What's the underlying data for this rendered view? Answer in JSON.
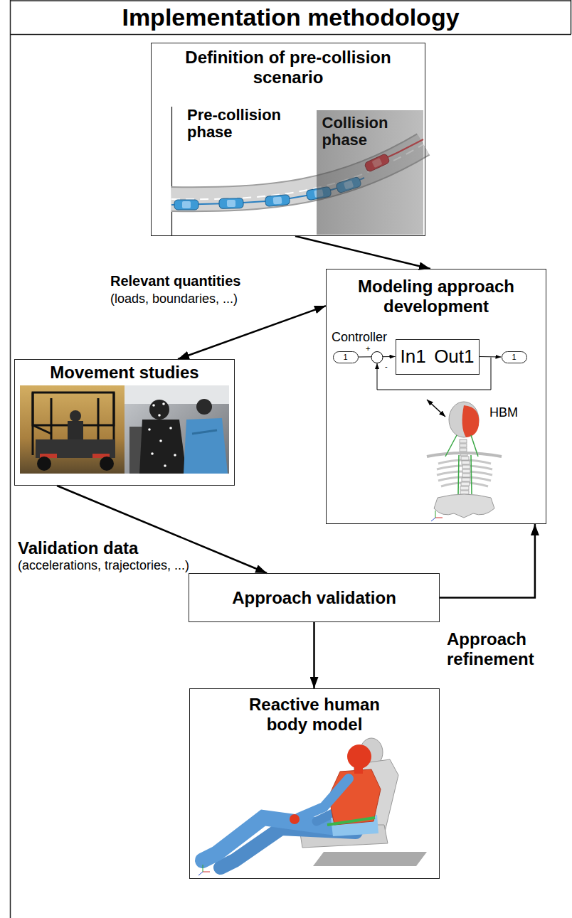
{
  "diagram": {
    "title": "Implementation methodology",
    "nodes": [
      {
        "text": [
          "Definition of pre-collision scenario"
        ]
      },
      {
        "text": [
          "Collision phase"
        ],
        "in": 0
      },
      {
        "text": [
          "Modeling approach development"
        ]
      },
      {
        "text": [
          "1"
        ],
        "in": 2
      },
      {
        "text": [
          "In1",
          "Out1"
        ],
        "in": 2
      },
      {
        "text": [
          "1"
        ],
        "in": 2
      },
      {
        "text": [
          "Movement studies"
        ]
      },
      {
        "text": [
          "Approach validation"
        ]
      },
      {
        "text": [
          "Reactive human body model"
        ]
      }
    ],
    "edges": [
      {
        "from": 0,
        "to": 2,
        "arrow": "to"
      },
      {
        "from": 6,
        "to": 2,
        "label": "Relevant quantities",
        "arrow": "both"
      },
      {
        "from": 6,
        "to": 7,
        "label": "Validation data",
        "arrow": "to"
      },
      {
        "from": 7,
        "to": 2,
        "label": "Approach refinement",
        "arrow": "to"
      },
      {
        "from": 7,
        "to": 8,
        "arrow": "to"
      },
      {
        "from": 3,
        "to": 4,
        "arrow": "to"
      },
      {
        "from": 4,
        "to": 5,
        "arrow": "to"
      }
    ],
    "labels": [
      "Pre-collision phase",
      "(loads, boundaries, ...)",
      "Controller",
      "+",
      "-",
      "HBM",
      "(accelerations, trajectories, ...)"
    ]
  }
}
